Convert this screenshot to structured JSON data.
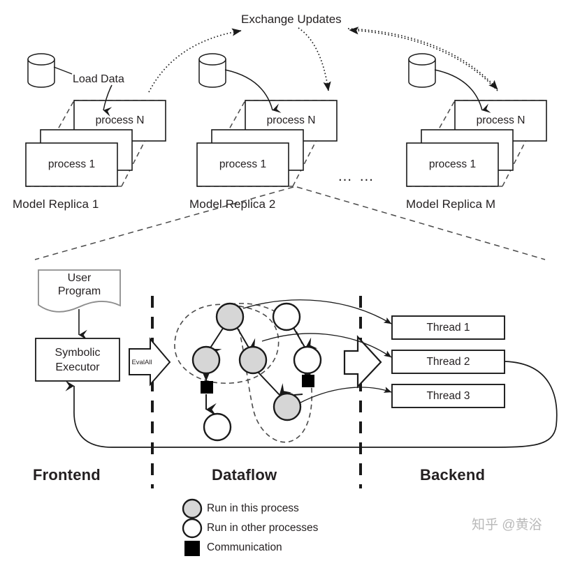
{
  "figure": {
    "title_top": "Exchange Updates",
    "load_data_label": "Load Data",
    "ellipsis": "… …"
  },
  "replicas": [
    {
      "name": "Model Replica 1",
      "process_top": "process N",
      "process_front": "process 1",
      "db_icon": "database-cylinder-icon"
    },
    {
      "name": "Model Replica 2",
      "process_top": "process N",
      "process_front": "process 1",
      "db_icon": "database-cylinder-icon"
    },
    {
      "name": "Model Replica M",
      "process_top": "process N",
      "process_front": "process 1",
      "db_icon": "database-cylinder-icon"
    }
  ],
  "frontend": {
    "user_program": "User\nProgram",
    "symbolic_executor": "Symbolic\nExecutor"
  },
  "arrows": {
    "eval_all": "EvalAll"
  },
  "backend": {
    "threads": [
      {
        "label": "Thread 1"
      },
      {
        "label": "Thread 2"
      },
      {
        "label": "Thread 3"
      }
    ]
  },
  "sections": [
    {
      "label": "Frontend"
    },
    {
      "label": "Dataflow"
    },
    {
      "label": "Backend"
    }
  ],
  "legend": [
    {
      "marker": "gray-circle-icon",
      "label": "Run in this process"
    },
    {
      "marker": "white-circle-icon",
      "label": "Run in other processes"
    },
    {
      "marker": "black-square-icon",
      "label": "Communication"
    }
  ],
  "watermark": {
    "text": "知乎 @黄浴"
  },
  "colors": {
    "stroke": "#1a1a1a",
    "node_fill_gray": "#d6d6d6",
    "node_fill_white": "#ffffff",
    "comm_fill": "#000000",
    "dashed": "#4d4d4d",
    "watermark": "#b9b9b9"
  }
}
